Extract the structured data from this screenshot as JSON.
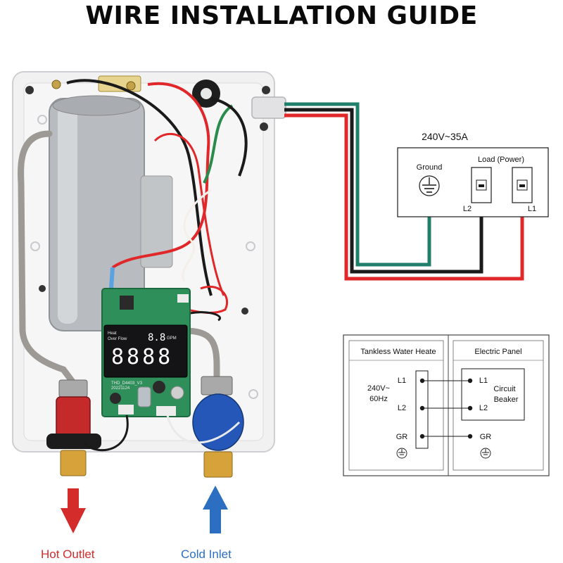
{
  "title": "WIRE INSTALLATION GUIDE",
  "power_panel": {
    "rating": "240V~35A",
    "ground_label": "Ground",
    "load_label": "Load (Power)",
    "l2_label": "L2",
    "l1_label": "L1"
  },
  "schematic": {
    "heater_header": "Tankless Water Heate",
    "panel_header": "Electric Panel",
    "voltage": "240V~",
    "frequency": "60Hz",
    "heater_l1": "L1",
    "heater_l2": "L2",
    "heater_gr": "GR",
    "panel_l1": "L1",
    "panel_l2": "L2",
    "panel_gr": "GR",
    "breaker_line1": "Circuit",
    "breaker_line2": "Beaker"
  },
  "display": {
    "small_digits": "8.8",
    "gpm_label": "GPM",
    "large_digits": "8888",
    "heat_label": "Heat",
    "over_flow_label": "Over Flow",
    "pcb_label_1": "THD_D4403_V3",
    "pcb_label_2": "20221124"
  },
  "captions": {
    "hot_outlet": "Hot Outlet",
    "cold_inlet": "Cold Inlet"
  },
  "colors": {
    "wire_red": "#e0282a",
    "wire_black": "#1a1a1a",
    "wire_green": "#1f7f6a",
    "hot_arrow": "#d42b2b",
    "cold_arrow": "#2c6fc2",
    "pcb_green": "#2f8f5a"
  }
}
